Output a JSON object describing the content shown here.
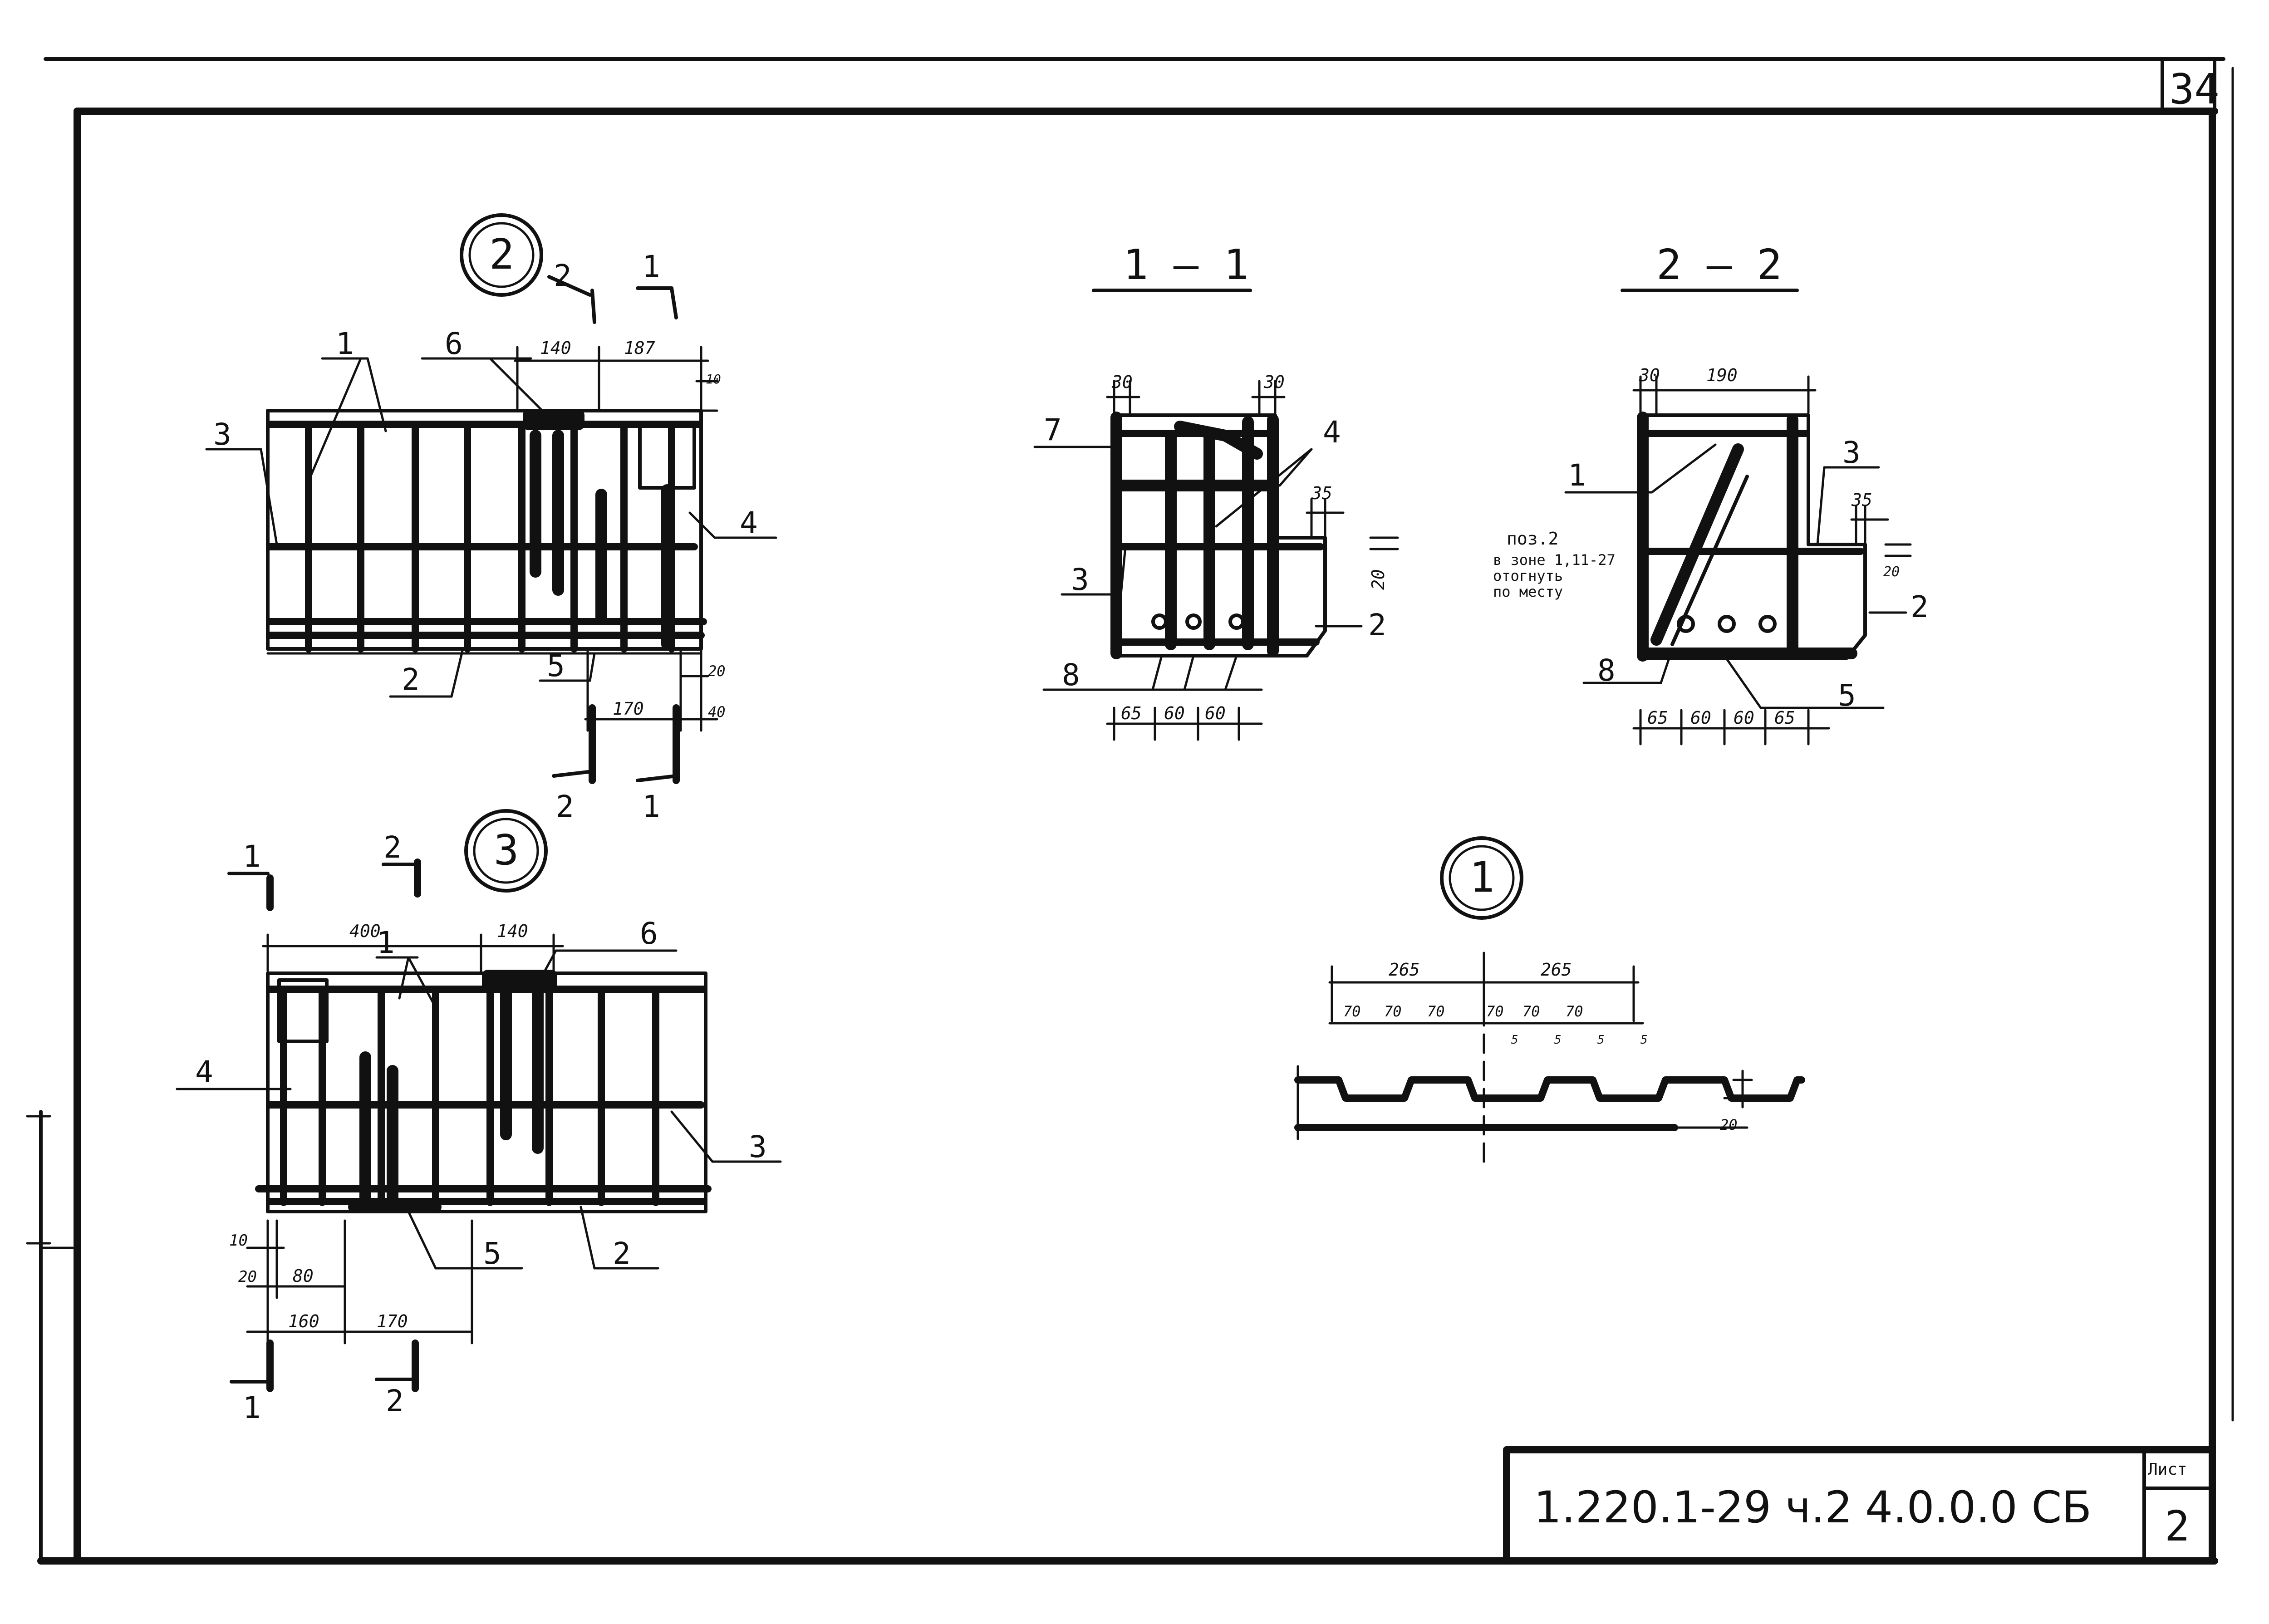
{
  "sheet": {
    "page_number": "34",
    "code": "1.220.1-29 ч.2",
    "designation": "4.0.0.0 СБ",
    "list_label": "Лист",
    "list_value": "2"
  },
  "detail2": {
    "marker": "2",
    "cut_top_left": "2",
    "cut_top_right": "1",
    "cut_bottom_left": "2",
    "cut_bottom_right": "1",
    "dims": [
      "140",
      "187",
      "10",
      "20",
      "170",
      "40"
    ],
    "positions": [
      "1",
      "6",
      "3",
      "4",
      "2",
      "5"
    ]
  },
  "detail3": {
    "marker": "3",
    "cut_top_left": "1",
    "cut_top_right": "2",
    "cut_bottom_left": "1",
    "cut_bottom_right": "2",
    "dims": [
      "400",
      "140",
      "10",
      "20",
      "80",
      "160",
      "170"
    ],
    "positions": [
      "1",
      "6",
      "4",
      "3",
      "5",
      "2"
    ]
  },
  "section11": {
    "title": "1 — 1",
    "dims": [
      "30",
      "30",
      "35",
      "20",
      "65",
      "60",
      "60"
    ],
    "positions": [
      "7",
      "4",
      "3",
      "2",
      "8"
    ]
  },
  "section22": {
    "title": "2 — 2",
    "dims": [
      "30",
      "190",
      "35",
      "20",
      "65",
      "60",
      "60",
      "65"
    ],
    "positions": [
      "1",
      "3",
      "2",
      "8",
      "5"
    ],
    "note": [
      "поз.2",
      "в зоне 1,11-27",
      "отогнуть",
      "по месту"
    ]
  },
  "detail1": {
    "marker": "1",
    "dims": [
      "265",
      "265",
      "70",
      "70",
      "70",
      "70",
      "70",
      "70",
      "5",
      "5",
      "5",
      "5",
      "20"
    ]
  }
}
